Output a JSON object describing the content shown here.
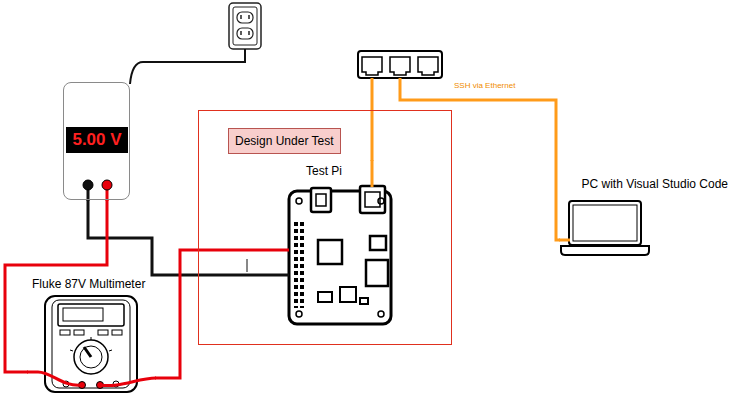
{
  "diagram": {
    "nodes": [
      {
        "text": [
          "5.00 V"
        ]
      },
      {
        "text": [
          "Design Under Test"
        ]
      },
      {
        "text": [
          "Test Pi"
        ],
        "in": 1
      },
      {
        "text": [
          "PC with Visual Studio Code"
        ]
      },
      {
        "text": [
          "Fluke 87V Multimeter"
        ]
      }
    ],
    "edges": [
      {
        "from": 0,
        "to": 2,
        "arrow": "none"
      },
      {
        "from": 0,
        "to": 4,
        "arrow": "none"
      },
      {
        "from": 4,
        "to": 2,
        "arrow": "none"
      },
      {
        "from": 2,
        "to": 3,
        "label": "SSH via Ethernet",
        "arrow": "none"
      }
    ]
  }
}
